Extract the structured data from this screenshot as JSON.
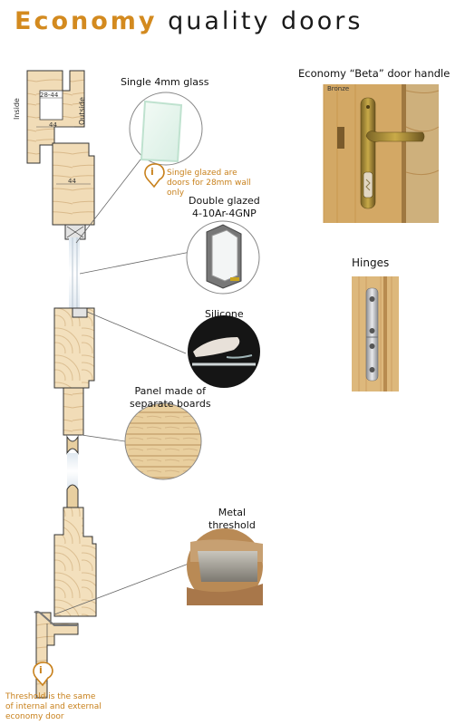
{
  "title": {
    "accent": "Economy",
    "rest": " quality doors"
  },
  "profile": {
    "inside": "Inside",
    "outside": "Outside",
    "dim_gap": "28-44",
    "dim_top": "44",
    "dim_mid": "44"
  },
  "callouts": {
    "single_glass": "Single 4mm glass",
    "single_note": [
      "Single glazed are",
      "doors for 28mm wall",
      "only"
    ],
    "double_glazed": [
      "Double glazed",
      "4-10Ar-4GNP"
    ],
    "silicone": "Silicone",
    "panel": [
      "Panel made of",
      "separate boards"
    ],
    "threshold": [
      "Metal",
      "threshold"
    ],
    "threshold_note": [
      "Threshold is the same",
      "of internal and external",
      "economy door"
    ]
  },
  "handle": {
    "title": "Economy “Beta” door handle",
    "finish": "Bronze"
  },
  "hinges": {
    "title": "Hinges"
  },
  "icons": {
    "info": "i"
  }
}
